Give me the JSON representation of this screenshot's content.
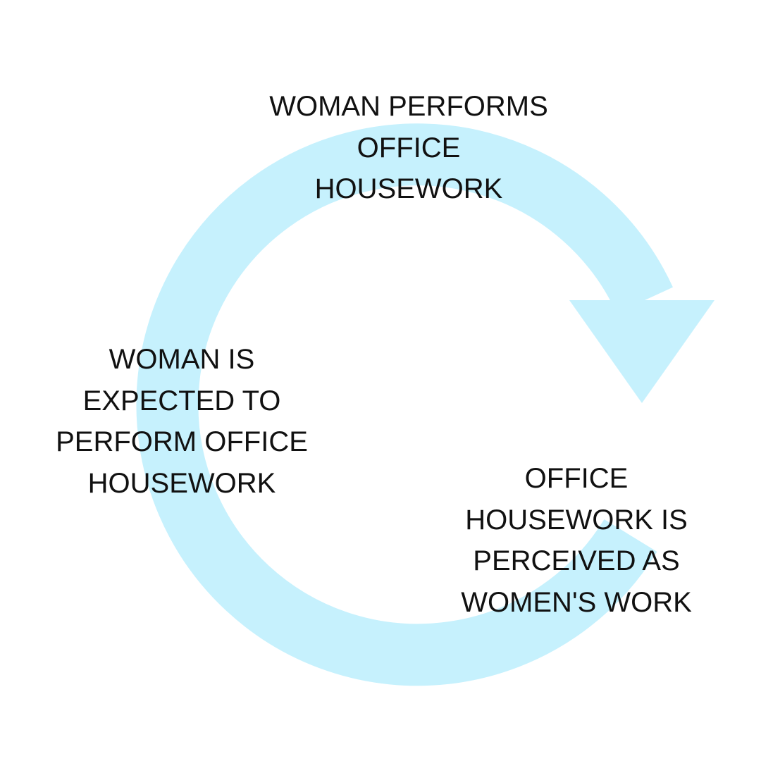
{
  "diagram": {
    "colors": {
      "arrow": "#c6f1fd",
      "background": "#ffffff",
      "text": "#111111"
    },
    "icons": {
      "cycle_arrow": "circular-arrow-icon"
    },
    "nodes": [
      {
        "id": "performs",
        "lines": [
          "WOMAN PERFORMS",
          "OFFICE",
          "HOUSEWORK"
        ]
      },
      {
        "id": "perceived",
        "lines": [
          "OFFICE",
          "HOUSEWORK IS",
          "PERCEIVED AS",
          "WOMEN'S WORK"
        ]
      },
      {
        "id": "expected",
        "lines": [
          "WOMAN IS",
          "EXPECTED TO",
          "PERFORM OFFICE",
          "HOUSEWORK"
        ]
      }
    ]
  }
}
